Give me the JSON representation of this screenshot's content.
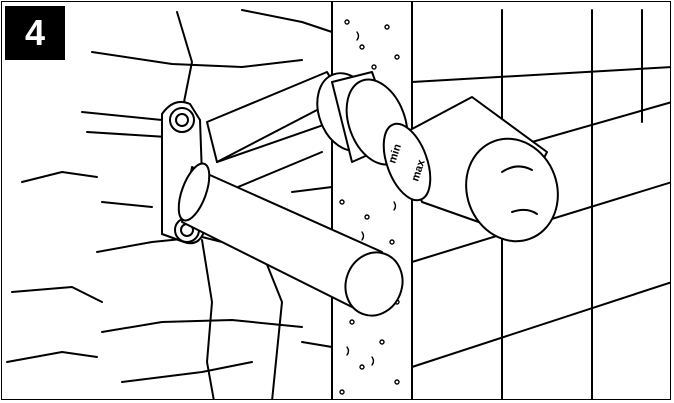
{
  "step": {
    "number": "4"
  },
  "thermostat": {
    "min_label": "min",
    "max_label": "max"
  },
  "colors": {
    "line": "#000000",
    "background": "#ffffff",
    "badge_bg": "#000000",
    "badge_text": "#ffffff"
  }
}
